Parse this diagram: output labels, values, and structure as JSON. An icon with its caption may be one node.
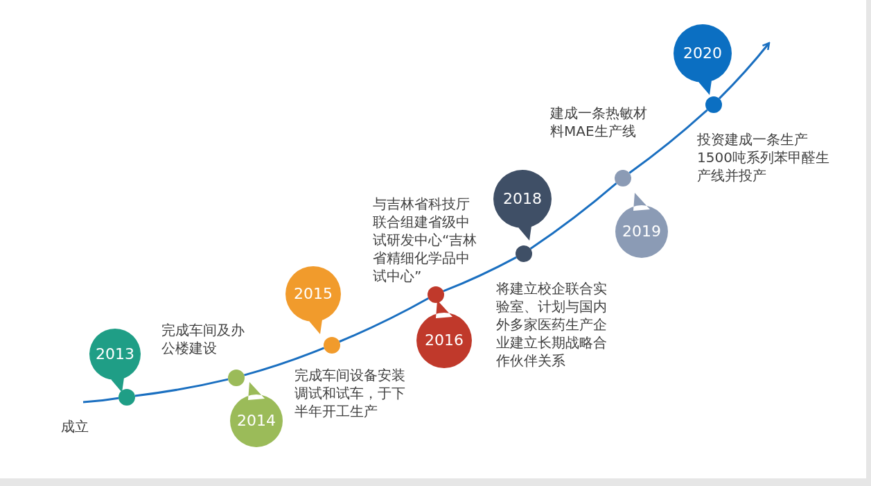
{
  "diagram": {
    "nodes": [
      {
        "text": [
          "2013"
        ]
      },
      {
        "text": [
          "2014"
        ]
      },
      {
        "text": [
          "2015"
        ]
      },
      {
        "text": [
          "2016"
        ]
      },
      {
        "text": [
          "2018"
        ]
      },
      {
        "text": [
          "2019"
        ]
      },
      {
        "text": [
          "2020"
        ]
      },
      {
        "text": [],
        "shape": "circle",
        "beside": [
          "成立"
        ]
      },
      {
        "text": [],
        "shape": "circle",
        "beside": [
          "完成车间及办公楼建设"
        ]
      },
      {
        "text": [],
        "shape": "circle",
        "beside": [
          "完成车间设备安装调试和试车，于下半年开工生产"
        ]
      },
      {
        "text": [],
        "shape": "circle",
        "beside": [
          "与吉林省科技厅联合组建省级中试研发中心“吉林省精细化学品中试中心”"
        ]
      },
      {
        "text": [],
        "shape": "circle",
        "beside": [
          "将建立校企联合实验室、计划与国内外多家医药生产企业建立长期战略合作伙伴关系"
        ]
      },
      {
        "text": [],
        "shape": "circle",
        "beside": [
          "建成一条热敏材料MAE生产线"
        ]
      },
      {
        "text": [],
        "shape": "circle",
        "beside": [
          "投资建成一条生产1500吨系列苯甲醛生产线并投产"
        ]
      }
    ],
    "edges": [
      {
        "from": null,
        "to": 7,
        "arrow": "none"
      },
      {
        "from": 7,
        "to": 8,
        "arrow": "none"
      },
      {
        "from": 8,
        "to": 9,
        "arrow": "none"
      },
      {
        "from": 9,
        "to": 10,
        "arrow": "none"
      },
      {
        "from": 10,
        "to": 11,
        "arrow": "none"
      },
      {
        "from": 11,
        "to": 12,
        "arrow": "none"
      },
      {
        "from": 12,
        "to": 13,
        "arrow": "none"
      },
      {
        "from": 13,
        "to": null,
        "arrow": "to"
      }
    ]
  }
}
